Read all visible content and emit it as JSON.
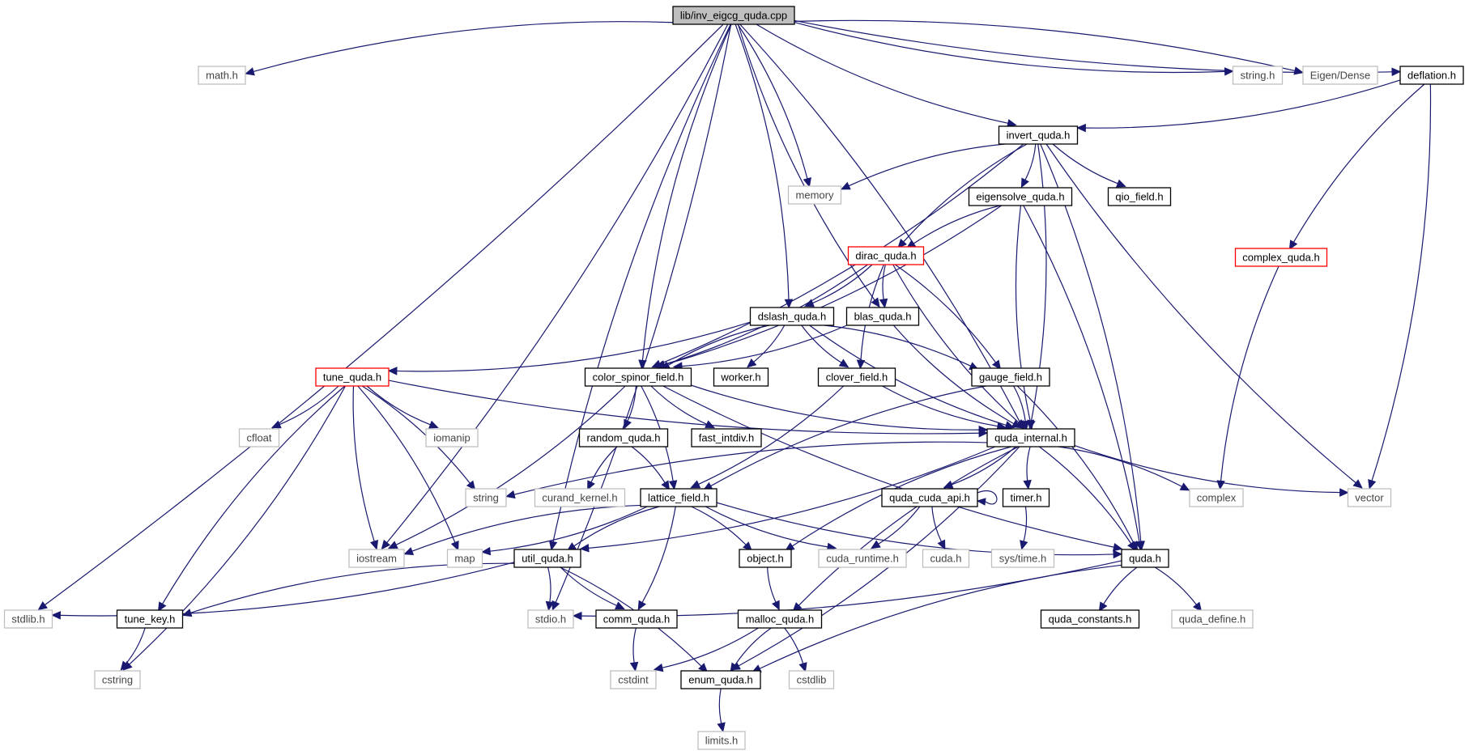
{
  "diagram": {
    "type": "include-dependency-graph",
    "colors": {
      "edge": "#191970",
      "node_border_normal": "#000000",
      "node_border_missing": "#bfbfbf",
      "node_border_truncated": "#ff0000",
      "root_fill": "#bfbfbf",
      "text_muted": "#444444"
    },
    "nodes": [
      {
        "id": "root",
        "label": "lib/inv_eigcg_quda.cpp",
        "kind": "root"
      },
      {
        "id": "math",
        "label": "math.h",
        "kind": "missing"
      },
      {
        "id": "string_h",
        "label": "string.h",
        "kind": "missing"
      },
      {
        "id": "eigen",
        "label": "Eigen/Dense",
        "kind": "missing"
      },
      {
        "id": "deflation",
        "label": "deflation.h",
        "kind": "normal"
      },
      {
        "id": "invert",
        "label": "invert_quda.h",
        "kind": "normal"
      },
      {
        "id": "memory",
        "label": "memory",
        "kind": "missing"
      },
      {
        "id": "eigensolve",
        "label": "eigensolve_quda.h",
        "kind": "normal"
      },
      {
        "id": "qio",
        "label": "qio_field.h",
        "kind": "normal"
      },
      {
        "id": "dirac",
        "label": "dirac_quda.h",
        "kind": "truncated"
      },
      {
        "id": "complex_quda",
        "label": "complex_quda.h",
        "kind": "truncated"
      },
      {
        "id": "dslash",
        "label": "dslash_quda.h",
        "kind": "normal"
      },
      {
        "id": "blas",
        "label": "blas_quda.h",
        "kind": "normal"
      },
      {
        "id": "tune",
        "label": "tune_quda.h",
        "kind": "truncated"
      },
      {
        "id": "csf",
        "label": "color_spinor_field.h",
        "kind": "normal"
      },
      {
        "id": "worker",
        "label": "worker.h",
        "kind": "normal"
      },
      {
        "id": "clover",
        "label": "clover_field.h",
        "kind": "normal"
      },
      {
        "id": "gauge",
        "label": "gauge_field.h",
        "kind": "normal"
      },
      {
        "id": "cfloat",
        "label": "cfloat",
        "kind": "missing"
      },
      {
        "id": "iomanip",
        "label": "iomanip",
        "kind": "missing"
      },
      {
        "id": "random",
        "label": "random_quda.h",
        "kind": "normal"
      },
      {
        "id": "fastint",
        "label": "fast_intdiv.h",
        "kind": "normal"
      },
      {
        "id": "qinternal",
        "label": "quda_internal.h",
        "kind": "normal"
      },
      {
        "id": "string",
        "label": "string",
        "kind": "missing"
      },
      {
        "id": "curand",
        "label": "curand_kernel.h",
        "kind": "missing"
      },
      {
        "id": "lattice",
        "label": "lattice_field.h",
        "kind": "normal"
      },
      {
        "id": "cudaapi",
        "label": "quda_cuda_api.h",
        "kind": "normal"
      },
      {
        "id": "timer",
        "label": "timer.h",
        "kind": "normal"
      },
      {
        "id": "complex",
        "label": "complex",
        "kind": "missing"
      },
      {
        "id": "vector",
        "label": "vector",
        "kind": "missing"
      },
      {
        "id": "iostream",
        "label": "iostream",
        "kind": "missing"
      },
      {
        "id": "map",
        "label": "map",
        "kind": "missing"
      },
      {
        "id": "util",
        "label": "util_quda.h",
        "kind": "normal"
      },
      {
        "id": "object",
        "label": "object.h",
        "kind": "normal"
      },
      {
        "id": "cudaruntime",
        "label": "cuda_runtime.h",
        "kind": "missing"
      },
      {
        "id": "cudah",
        "label": "cuda.h",
        "kind": "missing"
      },
      {
        "id": "systime",
        "label": "sys/time.h",
        "kind": "missing"
      },
      {
        "id": "quda",
        "label": "quda.h",
        "kind": "normal"
      },
      {
        "id": "stdlib",
        "label": "stdlib.h",
        "kind": "missing"
      },
      {
        "id": "tunekey",
        "label": "tune_key.h",
        "kind": "normal"
      },
      {
        "id": "stdio",
        "label": "stdio.h",
        "kind": "missing"
      },
      {
        "id": "comm",
        "label": "comm_quda.h",
        "kind": "normal"
      },
      {
        "id": "malloc",
        "label": "malloc_quda.h",
        "kind": "normal"
      },
      {
        "id": "qconst",
        "label": "quda_constants.h",
        "kind": "normal"
      },
      {
        "id": "qdefine",
        "label": "quda_define.h",
        "kind": "missing"
      },
      {
        "id": "cstring",
        "label": "cstring",
        "kind": "missing"
      },
      {
        "id": "cstdint",
        "label": "cstdint",
        "kind": "missing"
      },
      {
        "id": "enumq",
        "label": "enum_quda.h",
        "kind": "normal"
      },
      {
        "id": "cstdlib",
        "label": "cstdlib",
        "kind": "missing"
      },
      {
        "id": "limits",
        "label": "limits.h",
        "kind": "missing"
      }
    ],
    "edges": [
      [
        "root",
        "stdlib"
      ],
      [
        "root",
        "math"
      ],
      [
        "root",
        "iostream"
      ],
      [
        "root",
        "util"
      ],
      [
        "root",
        "stdio"
      ],
      [
        "root",
        "csf"
      ],
      [
        "root",
        "dslash"
      ],
      [
        "root",
        "blas"
      ],
      [
        "root",
        "memory"
      ],
      [
        "root",
        "invert"
      ],
      [
        "root",
        "qinternal"
      ],
      [
        "root",
        "string_h"
      ],
      [
        "root",
        "eigen"
      ],
      [
        "root",
        "deflation"
      ],
      [
        "deflation",
        "invert"
      ],
      [
        "deflation",
        "complex_quda"
      ],
      [
        "deflation",
        "vector"
      ],
      [
        "invert",
        "memory"
      ],
      [
        "invert",
        "csf"
      ],
      [
        "invert",
        "dirac"
      ],
      [
        "invert",
        "eigensolve"
      ],
      [
        "invert",
        "qio"
      ],
      [
        "invert",
        "qinternal"
      ],
      [
        "invert",
        "vector"
      ],
      [
        "invert",
        "quda"
      ],
      [
        "eigensolve",
        "dirac"
      ],
      [
        "eigensolve",
        "csf"
      ],
      [
        "eigensolve",
        "qinternal"
      ],
      [
        "eigensolve",
        "quda"
      ],
      [
        "complex_quda",
        "complex"
      ],
      [
        "dirac",
        "dslash"
      ],
      [
        "dirac",
        "blas"
      ],
      [
        "dirac",
        "csf"
      ],
      [
        "dirac",
        "clover"
      ],
      [
        "dirac",
        "gauge"
      ],
      [
        "dirac",
        "qinternal"
      ],
      [
        "dslash",
        "tune"
      ],
      [
        "dslash",
        "csf"
      ],
      [
        "dslash",
        "worker"
      ],
      [
        "dslash",
        "clover"
      ],
      [
        "dslash",
        "gauge"
      ],
      [
        "dslash",
        "qinternal"
      ],
      [
        "blas",
        "csf"
      ],
      [
        "blas",
        "qinternal"
      ],
      [
        "tune",
        "cfloat"
      ],
      [
        "tune",
        "iomanip"
      ],
      [
        "tune",
        "string"
      ],
      [
        "tune",
        "iostream"
      ],
      [
        "tune",
        "map"
      ],
      [
        "tune",
        "tunekey"
      ],
      [
        "tune",
        "cstring"
      ],
      [
        "tune",
        "qinternal"
      ],
      [
        "csf",
        "random"
      ],
      [
        "csf",
        "fastint"
      ],
      [
        "csf",
        "lattice"
      ],
      [
        "csf",
        "qinternal"
      ],
      [
        "csf",
        "iostream"
      ],
      [
        "csf",
        "quda"
      ],
      [
        "clover",
        "lattice"
      ],
      [
        "clover",
        "qinternal"
      ],
      [
        "gauge",
        "qinternal"
      ],
      [
        "gauge",
        "lattice"
      ],
      [
        "gauge",
        "quda"
      ],
      [
        "random",
        "curand"
      ],
      [
        "random",
        "lattice"
      ],
      [
        "qinternal",
        "string"
      ],
      [
        "qinternal",
        "cudaapi"
      ],
      [
        "qinternal",
        "timer"
      ],
      [
        "qinternal",
        "complex"
      ],
      [
        "qinternal",
        "vector"
      ],
      [
        "qinternal",
        "util"
      ],
      [
        "qinternal",
        "object"
      ],
      [
        "qinternal",
        "enumq"
      ],
      [
        "qinternal",
        "malloc"
      ],
      [
        "qinternal",
        "quda"
      ],
      [
        "cudaapi",
        "cudaapi"
      ],
      [
        "cudaapi",
        "cudaruntime"
      ],
      [
        "cudaapi",
        "cudah"
      ],
      [
        "timer",
        "systime"
      ],
      [
        "lattice",
        "iostream"
      ],
      [
        "lattice",
        "map"
      ],
      [
        "lattice",
        "util"
      ],
      [
        "lattice",
        "object"
      ],
      [
        "lattice",
        "cudaruntime"
      ],
      [
        "lattice",
        "comm"
      ],
      [
        "lattice",
        "quda"
      ],
      [
        "util",
        "stdlib"
      ],
      [
        "util",
        "tunekey"
      ],
      [
        "util",
        "stdio"
      ],
      [
        "util",
        "comm"
      ],
      [
        "util",
        "enumq"
      ],
      [
        "object",
        "malloc"
      ],
      [
        "quda",
        "stdio"
      ],
      [
        "quda",
        "qconst"
      ],
      [
        "quda",
        "qdefine"
      ],
      [
        "quda",
        "enumq"
      ],
      [
        "tunekey",
        "cstring"
      ],
      [
        "comm",
        "cstdint"
      ],
      [
        "malloc",
        "cstdint"
      ],
      [
        "malloc",
        "enumq"
      ],
      [
        "malloc",
        "cstdlib"
      ],
      [
        "enumq",
        "limits"
      ]
    ]
  }
}
